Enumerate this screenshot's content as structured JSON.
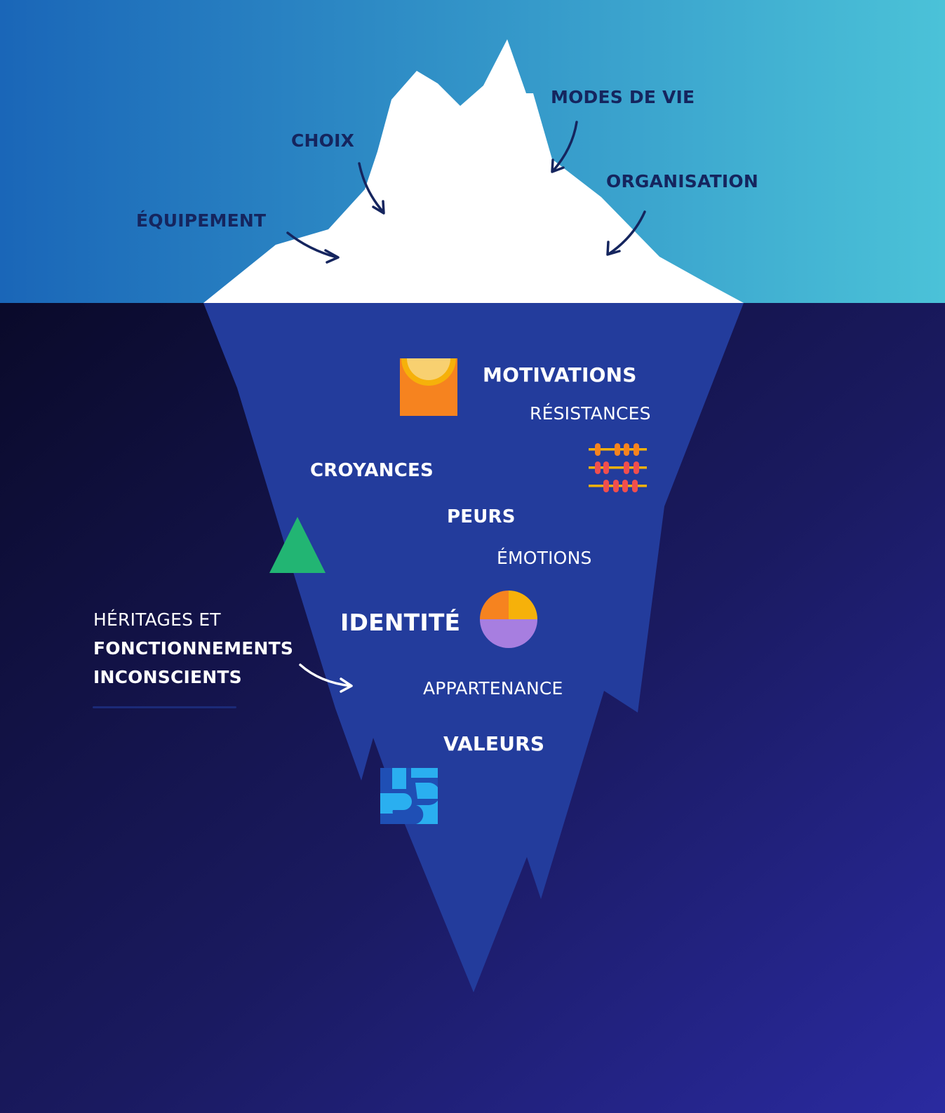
{
  "colors": {
    "sky_left": "#1a66b8",
    "sky_right": "#4bc2d8",
    "deep_left": "#0a0a2a",
    "deep_right": "#2a2aa0",
    "iceberg_top": "#ffffff",
    "iceberg_bottom": "#233c9c",
    "label_dark": "#15255e",
    "label_light": "#ffffff"
  },
  "above_water": {
    "equipement": "ÉQUIPEMENT",
    "choix": "CHOIX",
    "modes_de_vie": "MODES DE VIE",
    "organisation": "ORGANISATION"
  },
  "below_water": {
    "motivations": "MOTIVATIONS",
    "resistances": "RÉSISTANCES",
    "croyances": "CROYANCES",
    "peurs": "PEURS",
    "emotions": "ÉMOTIONS",
    "identite": "IDENTITÉ",
    "appartenance": "APPARTENANCE",
    "valeurs": "VALEURS"
  },
  "side_note": {
    "line1": "HÉRITAGES ET",
    "line2": "FONCTIONNEMENTS",
    "line3": "INCONSCIENTS"
  },
  "icons": [
    "orange-square-sun-icon",
    "abacus-icon",
    "green-triangle-icon",
    "pie-circle-icon",
    "blue-s-shape-icon"
  ]
}
